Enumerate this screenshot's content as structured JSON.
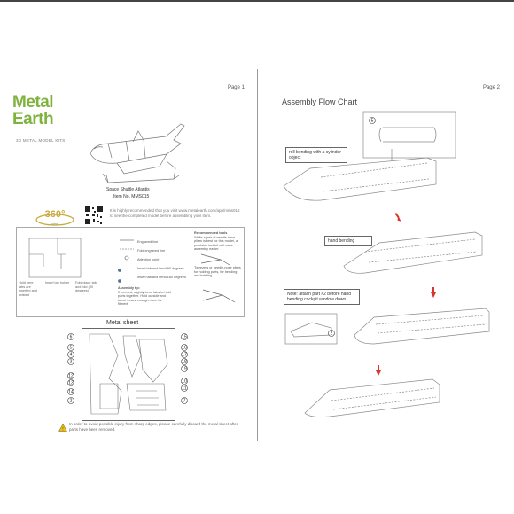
{
  "page1": {
    "page_label": "Page 1",
    "logo_line1": "Metal",
    "logo_line2": "Earth",
    "logo_tagline": "3D METAL MODEL KITS",
    "model_name": "Space Shuttle Atlantis",
    "item_no": "Item No. MMS015",
    "badge_360": "360°",
    "badge_view": "view",
    "recommend_text": "It is highly recommended that you visit www.metalearth.com/app/mms015 to see the completed model before assembling your item.",
    "legend_left_labels": [
      "Hold here tabs are inserted and twisted",
      "Insert tab holder",
      "Fold place tab and fold (90 degrees)"
    ],
    "legend_items": [
      "Engraved line",
      "Fold engraved line",
      "Attention point",
      "Insert tab and bend 90 degrees",
      "Insert tab and bend 180 degrees"
    ],
    "assembly_tip_title": "Assembly tip:",
    "assembly_tip_text": "If needed, slightly bend tabs to hold parts together. Hold outside and bend. Leave enough room for fitment.",
    "recommended_tools_title": "Recommended tools",
    "recommended_tools_text": "While a pair of needle-nose pliers is best for this model, a precision tool kit will make assembly easier.",
    "recommended_tools_note": "Tweezers or needle-nose pliers for holding parts, for bending and twisting.",
    "metal_sheet_title": "Metal sheet",
    "sheet_numbers_left": [
      "6",
      "5",
      "4",
      "3",
      "12",
      "13",
      "14",
      "2"
    ],
    "sheet_numbers_right": [
      "15",
      "16",
      "17",
      "18",
      "19",
      "10",
      "11",
      "7"
    ],
    "warning_text": "In order to avoid possible injury from sharp edges, please carefully discard the metal sheet after parts have been removed."
  },
  "page2": {
    "page_label": "Page 2",
    "title": "Assembly Flow Chart",
    "step1_callout": "roll bending with a cylinder object",
    "step1_part": "5",
    "step2_callout": "hand bending",
    "step3_callout": "Note: attach part #2 before hand bending cockpit window down",
    "step3_part": "2"
  },
  "colors": {
    "logo_green": "#7fb23e",
    "arrow_red": "#d9342b",
    "line_gray": "#888888"
  }
}
